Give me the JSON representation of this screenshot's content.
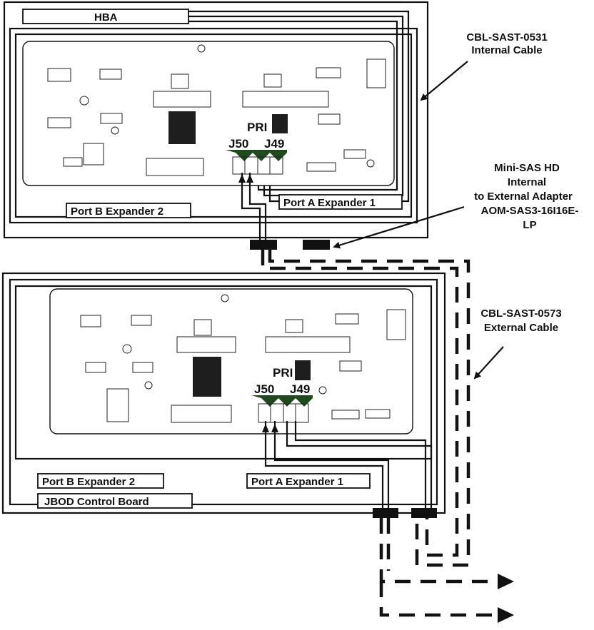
{
  "labels": {
    "hba": "HBA",
    "cable_internal": "CBL-SAST-0531",
    "cable_internal_sub": "Internal Cable",
    "adapter_line1": "Mini-SAS HD",
    "adapter_line2": "Internal",
    "adapter_line3": "to External Adapter",
    "adapter_line4": "AOM-SAS3-16I16E-",
    "adapter_line5": "LP",
    "cable_external": "CBL-SAST-0573",
    "cable_external_sub": "External Cable",
    "top_port_b": "Port B Expander 2",
    "top_port_a": "Port A Expander 1",
    "bottom_port_b": "Port B Expander 2",
    "bottom_port_a": "Port A Expander 1",
    "jbod_board": "JBOD Control Board",
    "top_pri": "PRI",
    "top_j50": "J50",
    "top_j49": "J49",
    "bottom_pri": "PRI",
    "bottom_j50": "J50",
    "bottom_j49": "J49"
  }
}
